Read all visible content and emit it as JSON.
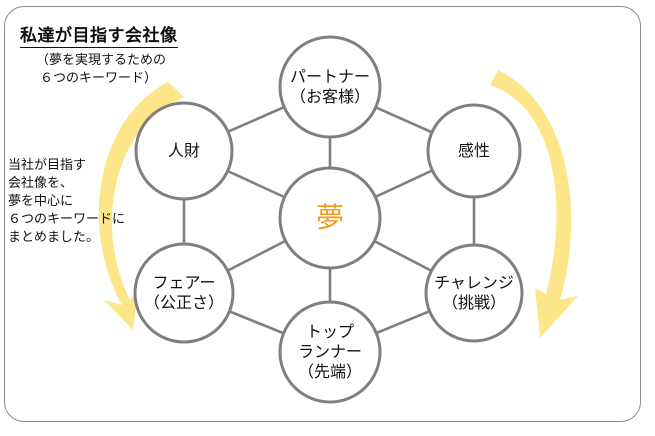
{
  "title": "私達が目指す会社像",
  "subtitle_lines": [
    "（夢を実現するための",
    "６つのキーワード）"
  ],
  "side_note_lines": [
    "当社が目指す",
    "会社像を、",
    "夢を中心に",
    "６つのキーワードに",
    "まとめました。"
  ],
  "center": "夢",
  "nodes": {
    "partner": [
      "パートナー",
      "（お客様）"
    ],
    "sensibility": [
      "感性"
    ],
    "challenge": [
      "チャレンジ",
      "（挑戦）"
    ],
    "top_runner": [
      "トップ",
      "ランナー",
      "（先端）"
    ],
    "fair": [
      "フェアー",
      "（公正さ）"
    ],
    "talent": [
      "人財"
    ]
  },
  "colors": {
    "arrow": "#fde68a",
    "circle_stroke": "#7f7f7f",
    "line": "#7f7f7f",
    "center_text": "#f39a1f",
    "frame": "#8a8a8a"
  }
}
